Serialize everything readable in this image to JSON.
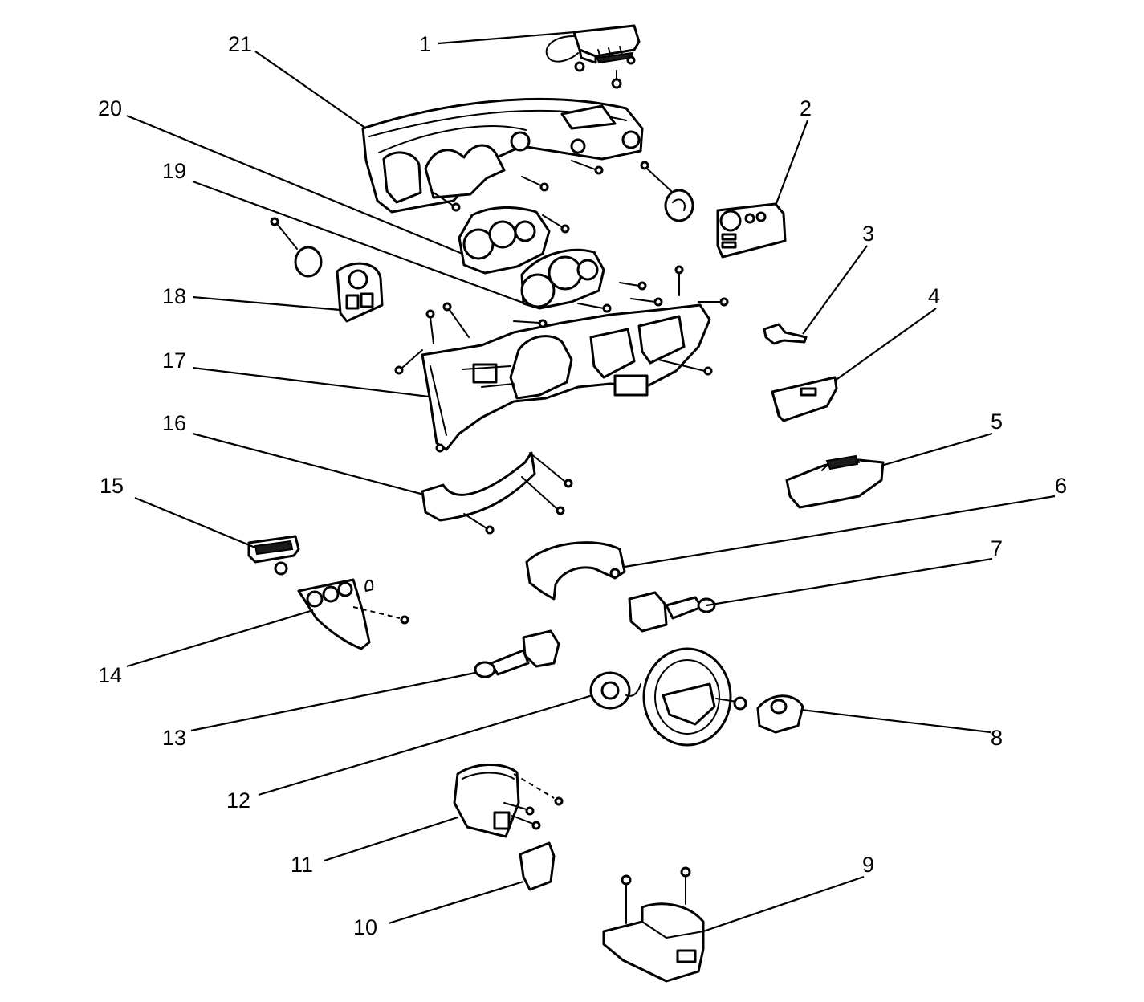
{
  "callouts": [
    "1",
    "2",
    "3",
    "4",
    "5",
    "6",
    "7",
    "8",
    "9",
    "10",
    "11",
    "12",
    "13",
    "14",
    "15",
    "16",
    "17",
    "18",
    "19",
    "20",
    "21"
  ],
  "colors": {
    "line": "#000000",
    "background": "#ffffff",
    "fill": "#ffffff"
  }
}
